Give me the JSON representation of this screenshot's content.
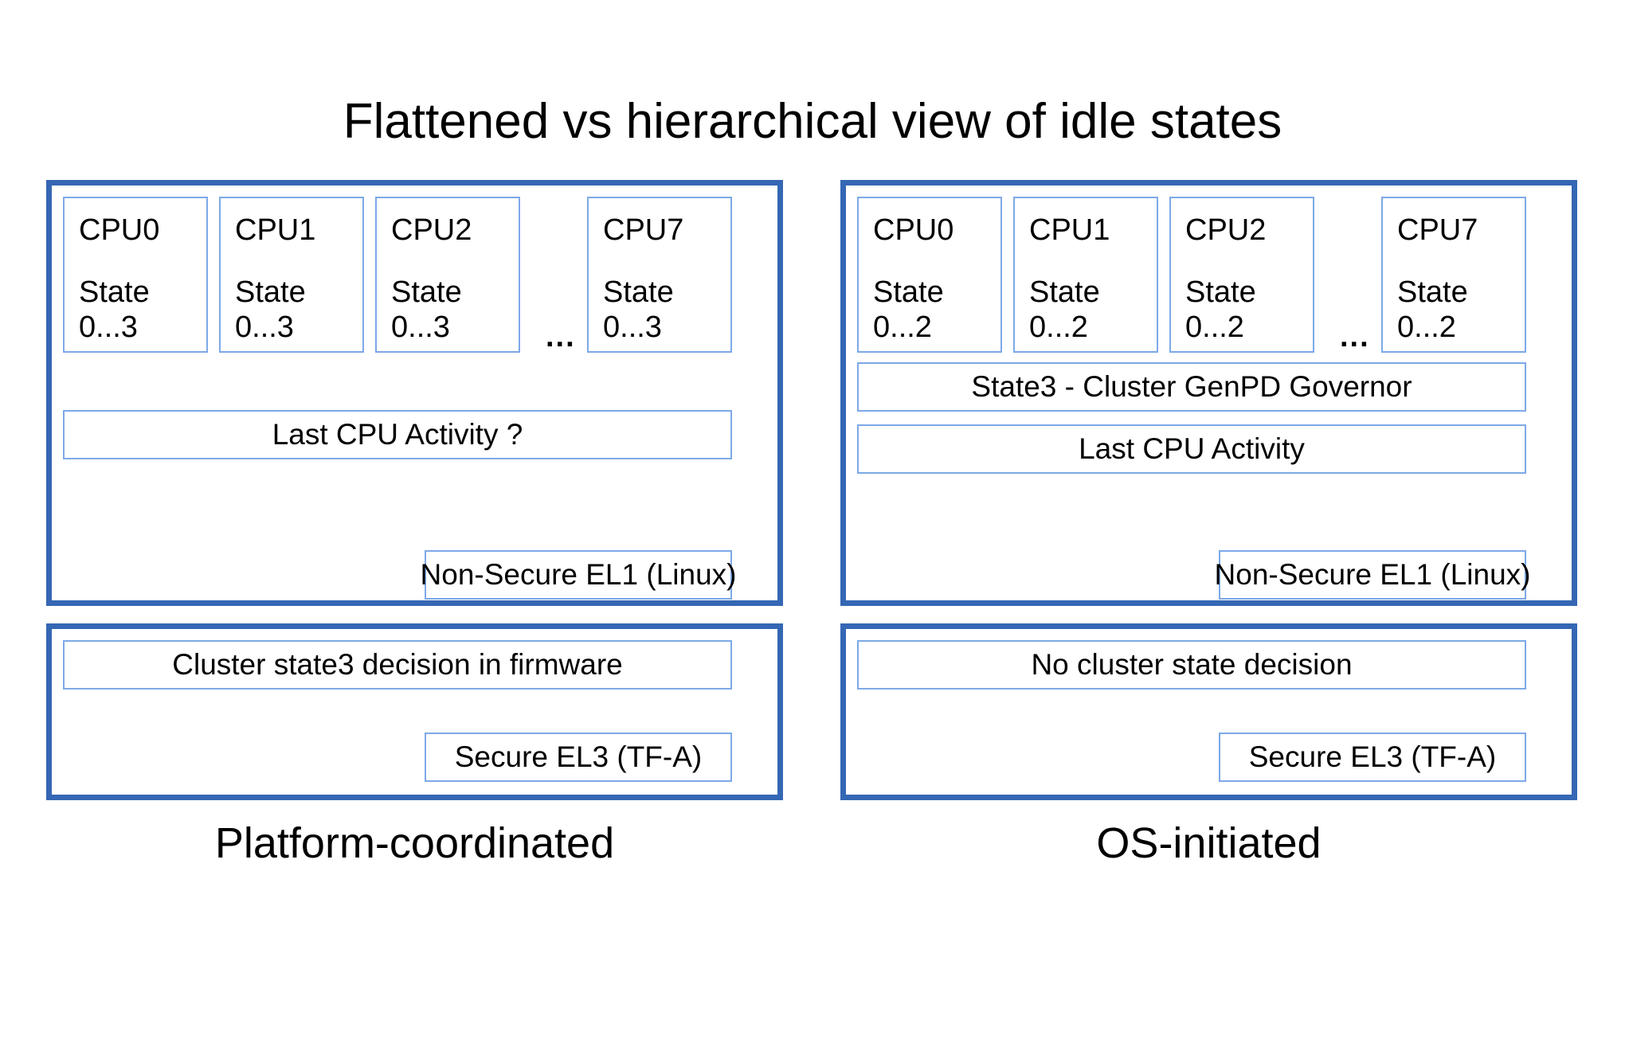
{
  "title": "Flattened vs hierarchical view of idle states",
  "panels": {
    "left": {
      "caption": "Platform-coordinated",
      "upper": {
        "cpus": [
          {
            "name": "CPU0",
            "state": "State\n0...3"
          },
          {
            "name": "CPU1",
            "state": "State\n0...3"
          },
          {
            "name": "CPU2",
            "state": "State\n0...3"
          },
          {
            "name": "CPU7",
            "state": "State\n0...3"
          }
        ],
        "ellipsis": "...",
        "bars": [
          {
            "label": "Last CPU Activity ?"
          }
        ],
        "exception_level": "Non-Secure EL1 (Linux)"
      },
      "lower": {
        "decision": "Cluster state3 decision in firmware",
        "exception_level": "Secure EL3 (TF-A)"
      }
    },
    "right": {
      "caption": "OS-initiated",
      "upper": {
        "cpus": [
          {
            "name": "CPU0",
            "state": "State\n0...2"
          },
          {
            "name": "CPU1",
            "state": "State\n0...2"
          },
          {
            "name": "CPU2",
            "state": "State\n0...2"
          },
          {
            "name": "CPU7",
            "state": "State\n0...2"
          }
        ],
        "ellipsis": "...",
        "bars": [
          {
            "label": "State3 - Cluster GenPD Governor"
          },
          {
            "label": "Last CPU Activity"
          }
        ],
        "exception_level": "Non-Secure EL1 (Linux)"
      },
      "lower": {
        "decision": "No cluster state decision",
        "exception_level": "Secure EL3 (TF-A)"
      }
    }
  },
  "colors": {
    "panel_border": "#3567b4",
    "box_border": "#7da9e8",
    "background": "#ffffff",
    "text": "#000000"
  }
}
